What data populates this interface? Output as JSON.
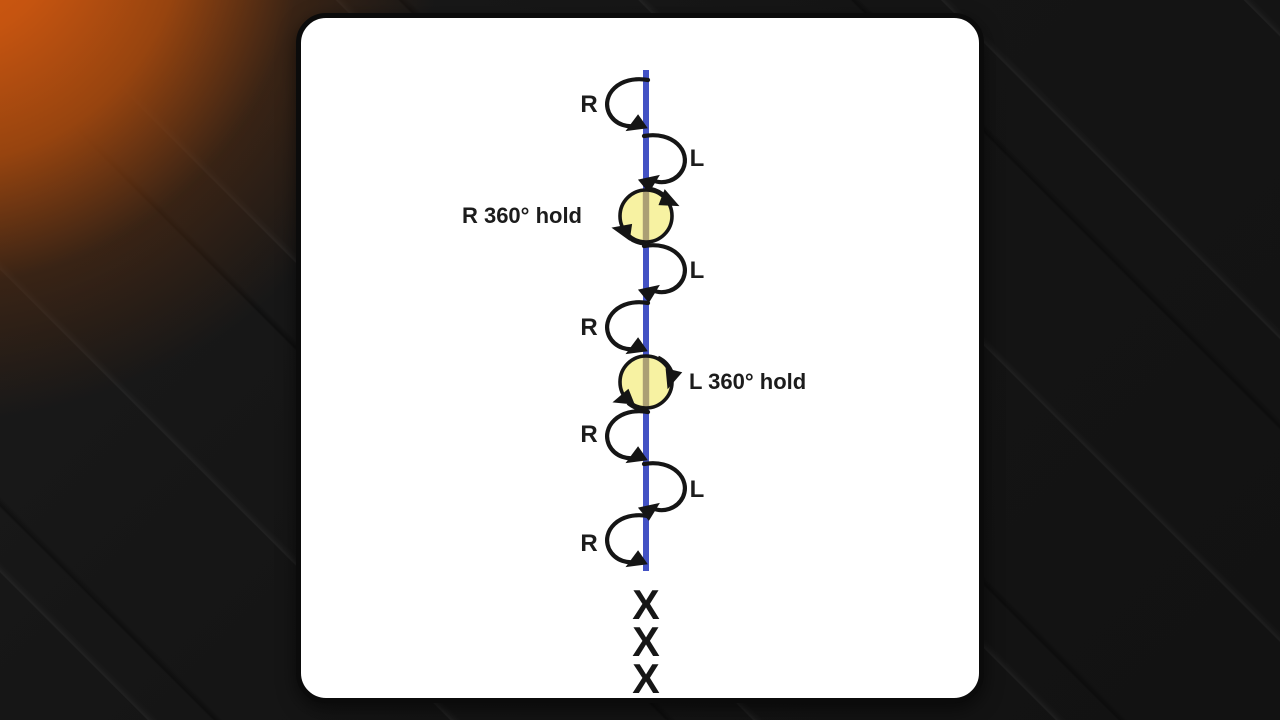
{
  "diagram": {
    "title_hidden": "",
    "arc_labels": [
      "R",
      "L",
      "L",
      "R",
      "R",
      "L",
      "R"
    ],
    "hold_labels": [
      "R 360° hold",
      "L 360° hold"
    ],
    "start_markers": [
      "X",
      "X",
      "X"
    ],
    "colors": {
      "path_line": "#4352c4",
      "hold_circle_fill": "#f7f2a2",
      "hold_circle_overlap": "#ab9f74",
      "ink": "#151515",
      "card_background": "#ffffff",
      "backdrop": "#131313",
      "accent_orange": "#d95c0f"
    }
  }
}
